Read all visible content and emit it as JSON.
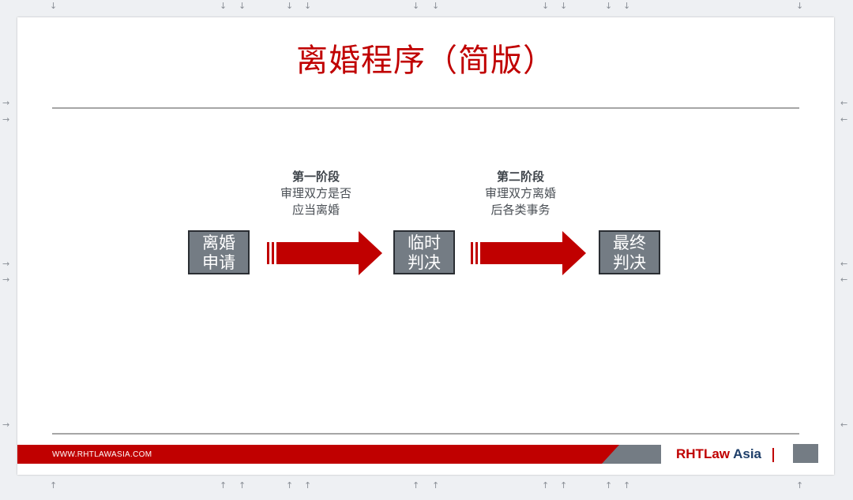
{
  "slide": {
    "title": "离婚程序（简版）",
    "steps": [
      {
        "line1": "离婚",
        "line2": "申请"
      },
      {
        "line1": "临时",
        "line2": "判决"
      },
      {
        "line1": "最终",
        "line2": "判决"
      }
    ],
    "stages": [
      {
        "heading": "第一阶段",
        "line1": "审理双方是否",
        "line2": "应当离婚"
      },
      {
        "heading": "第二阶段",
        "line1": "审理双方离婚",
        "line2": "后各类事务"
      }
    ],
    "footer": {
      "url": "WWW.RHTLAWASIA.COM",
      "brand_part1": "RHTLaw",
      "brand_part2": "Asia"
    },
    "colors": {
      "accent": "#c00000",
      "box": "#747c84",
      "brand_blue": "#1f3f6a"
    }
  }
}
